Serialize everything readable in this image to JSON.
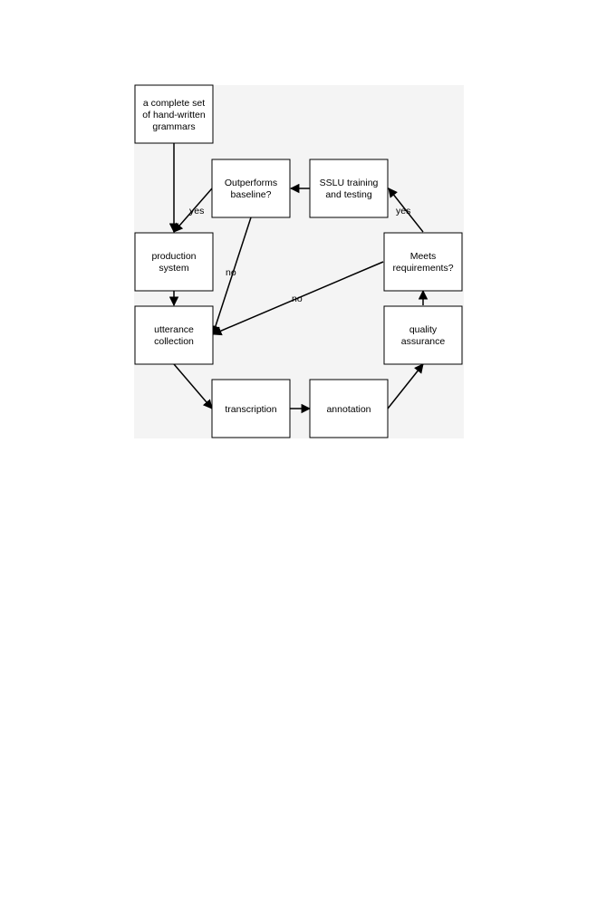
{
  "nodes": {
    "grammars": [
      "a complete set",
      "of hand-written",
      "grammars"
    ],
    "outperforms": [
      "Outperforms",
      "baseline?"
    ],
    "sslu": [
      "SSLU training",
      "and testing"
    ],
    "production": [
      "production",
      "system"
    ],
    "meets": [
      "Meets",
      "requirements?"
    ],
    "utterance": [
      "utterance",
      "collection"
    ],
    "quality": [
      "quality",
      "assurance"
    ],
    "transcription": [
      "transcription"
    ],
    "annotation": [
      "annotation"
    ]
  },
  "edges": {
    "outperforms_yes": "yes",
    "outperforms_no": "no",
    "meets_yes": "yes",
    "meets_no": "no"
  },
  "colors": {
    "background_panel": "#f4f4f4",
    "box_fill": "#ffffff",
    "stroke": "#000000"
  }
}
